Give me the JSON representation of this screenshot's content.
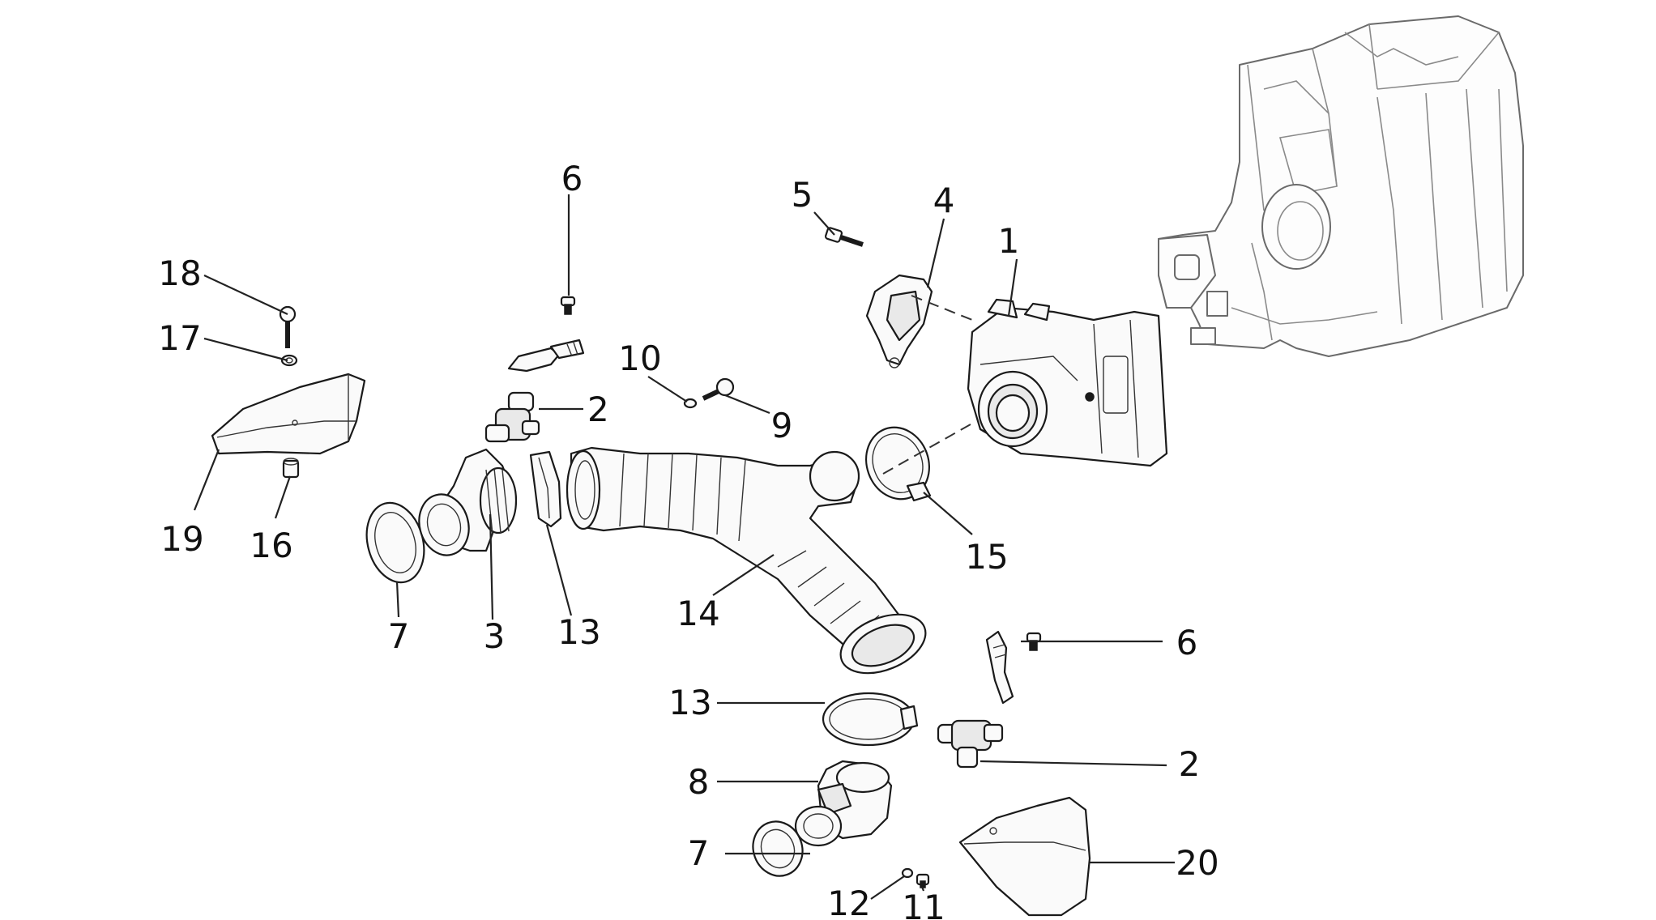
{
  "callouts": {
    "c1": "1",
    "c2a": "2",
    "c2b": "2",
    "c3": "3",
    "c4": "4",
    "c5": "5",
    "c6a": "6",
    "c6b": "6",
    "c7a": "7",
    "c7b": "7",
    "c8": "8",
    "c9": "9",
    "c10": "10",
    "c11": "11",
    "c12": "12",
    "c13a": "13",
    "c13b": "13",
    "c14": "14",
    "c15": "15",
    "c16": "16",
    "c17": "17",
    "c18": "18",
    "c19": "19",
    "c20": "20"
  }
}
